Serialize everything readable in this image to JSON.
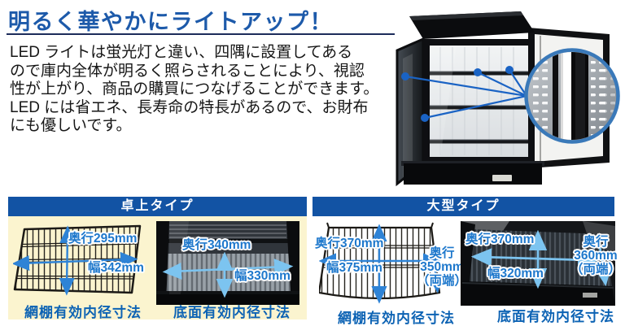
{
  "header": {
    "title": "明るく華やかにライトアップ！"
  },
  "intro": {
    "lines": [
      "LED ライトは蛍光灯と違い、四隅に設置してある",
      "ので庫内全体が明るく照らされることにより、視認",
      "性が上がり、商品の購買につなげることができます。",
      "LED には省エネ、長寿命の特長があるので、お財布",
      "にも優しいです。"
    ]
  },
  "sections": [
    {
      "title": "卓上タイプ",
      "figures": [
        {
          "caption": "網棚有効内径寸法",
          "dims": {
            "depth": "奥行295mm",
            "width": "幅342mm"
          }
        },
        {
          "caption": "底面有効内径寸法",
          "dims": {
            "depth": "奥行340mm",
            "width": "幅330mm"
          }
        }
      ]
    },
    {
      "title": "大型タイプ",
      "figures": [
        {
          "caption": "網棚有効内径寸法",
          "dims": {
            "depth": "奥行370mm",
            "width": "幅375mm",
            "side": [
              "奥行",
              "350mm",
              "（両端）"
            ]
          }
        },
        {
          "caption": "底面有効内径寸法",
          "dims": {
            "depth": "奥行370mm",
            "width": "幅320mm",
            "side": [
              "奥行",
              "360mm",
              "（両端）"
            ]
          }
        }
      ]
    }
  ],
  "colors": {
    "heading_blue": "#1d5aaa",
    "bar_blue": "#1253a4",
    "label_blue": "#1e78cc",
    "caption_blue": "#0d63b4",
    "cream": "#fbf4cf",
    "rule_navy": "#1c2c5a",
    "led_pointer_blue": "#1a63c4"
  }
}
